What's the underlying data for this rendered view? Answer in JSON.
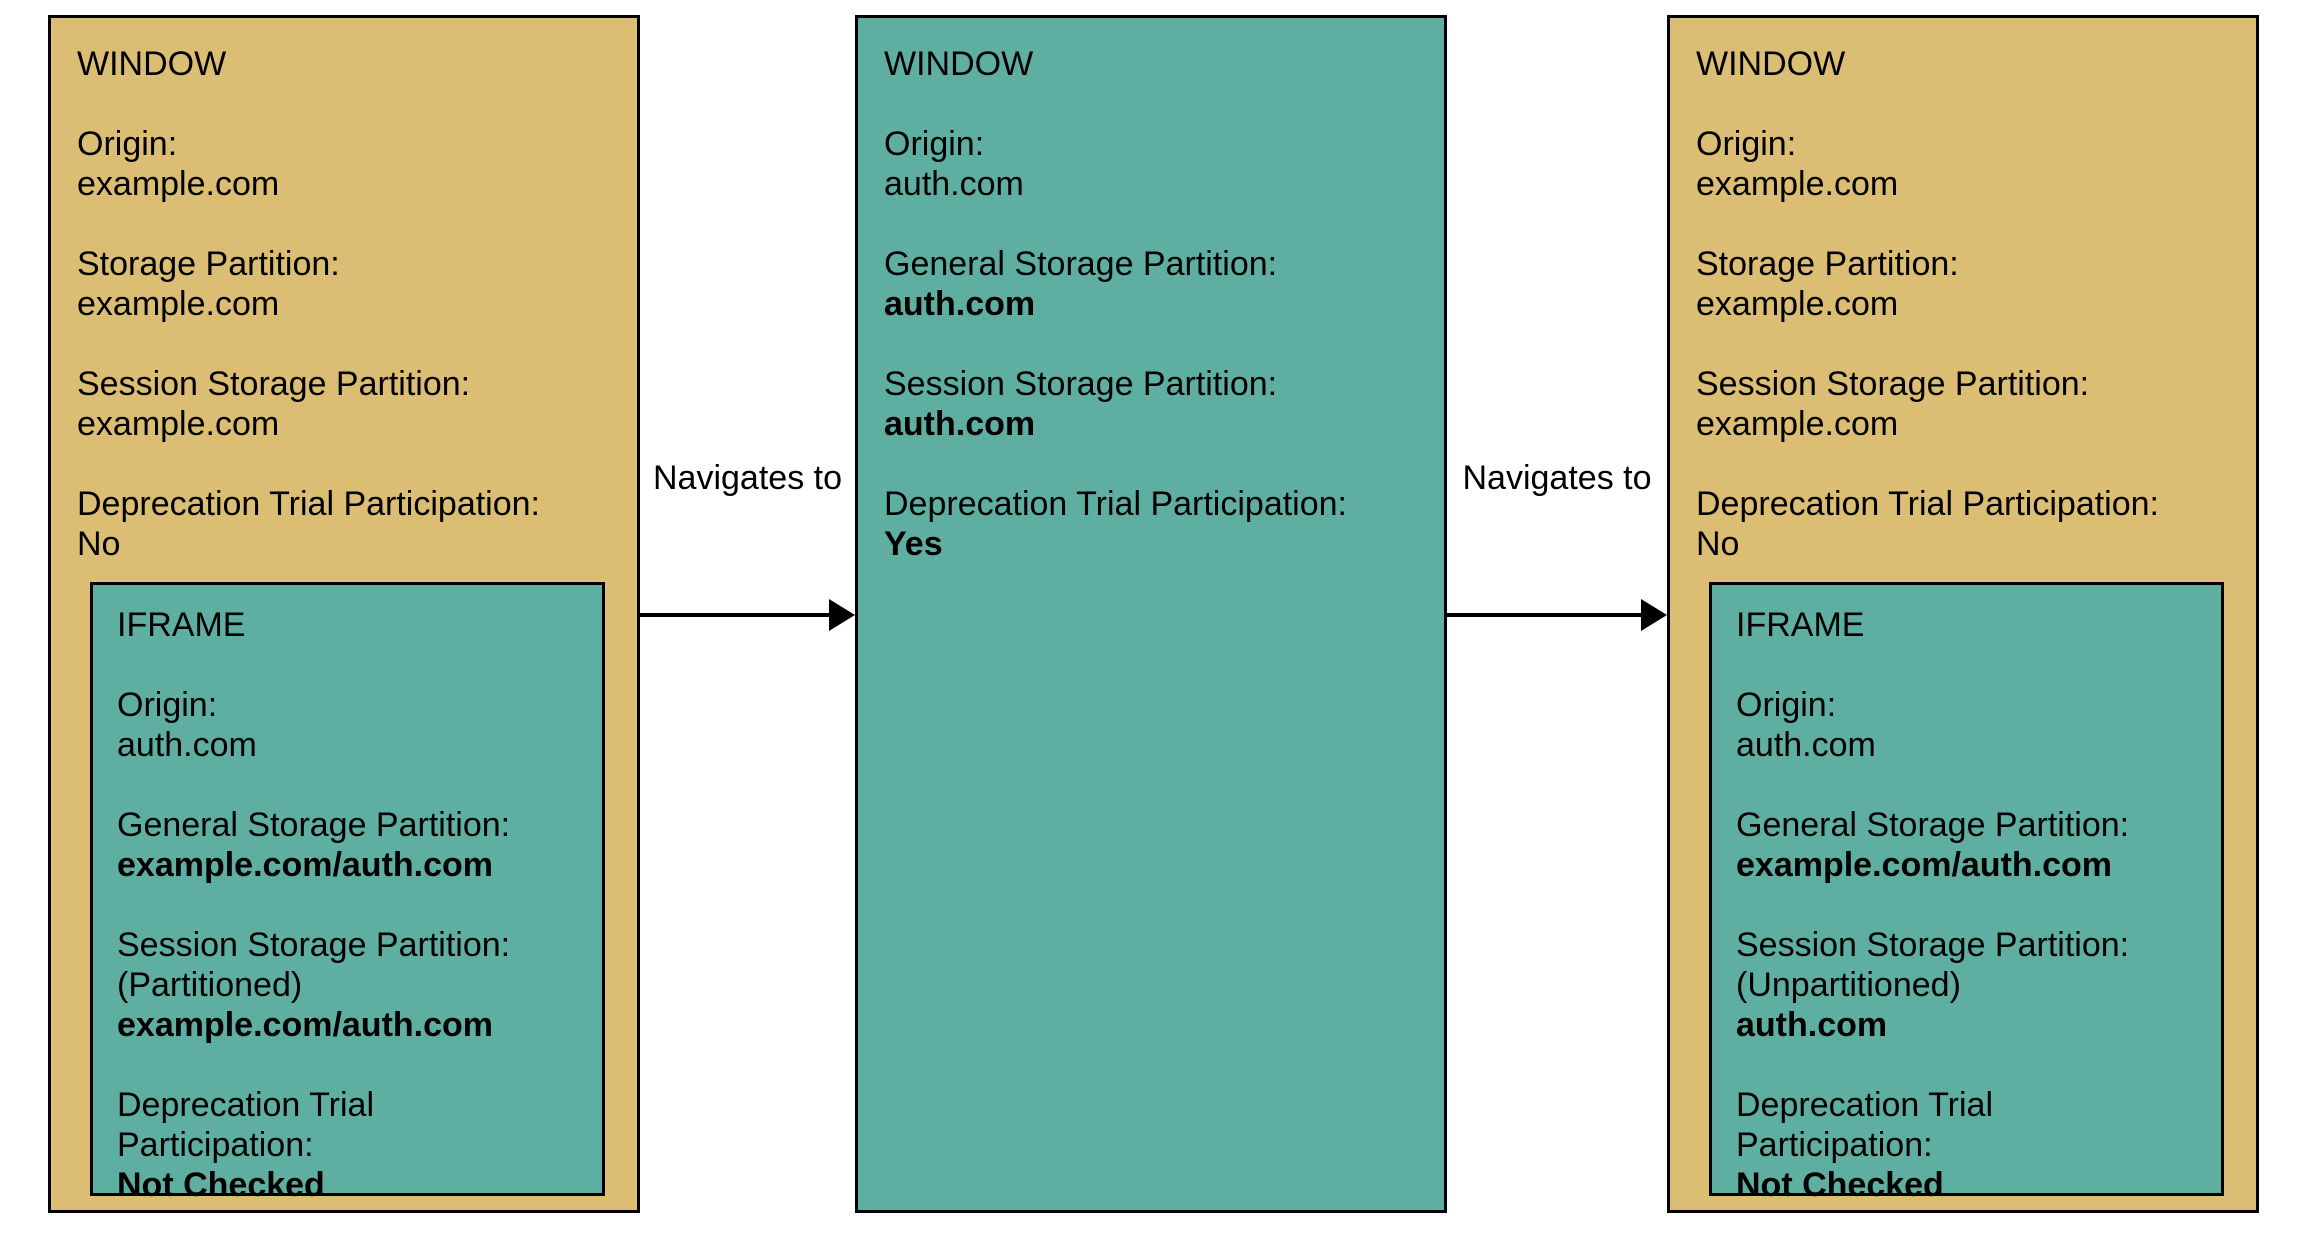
{
  "colors": {
    "window_fill": "#DBBD73",
    "iframe_fill": "#5EAEA2",
    "border": "#000000",
    "background": "#FFFFFF",
    "text": "#000000"
  },
  "windows": [
    {
      "title": "WINDOW",
      "sections": [
        {
          "lines": [
            {
              "t": "Origin:"
            },
            {
              "t": "example.com"
            }
          ]
        },
        {
          "lines": [
            {
              "t": "Storage Partition:"
            },
            {
              "t": "example.com"
            }
          ]
        },
        {
          "lines": [
            {
              "t": "Session Storage Partition:"
            },
            {
              "t": "example.com"
            }
          ]
        },
        {
          "lines": [
            {
              "t": "Deprecation Trial Participation:"
            },
            {
              "t": "No"
            }
          ]
        }
      ],
      "iframe": {
        "title": "IFRAME",
        "sections": [
          {
            "lines": [
              {
                "t": "Origin:"
              },
              {
                "t": "auth.com"
              }
            ]
          },
          {
            "lines": [
              {
                "t": "General Storage Partition:"
              },
              {
                "t": "example.com/auth.com",
                "b": true
              }
            ]
          },
          {
            "lines": [
              {
                "t": "Session Storage Partition:"
              },
              {
                "t": "(Partitioned)"
              },
              {
                "t": "example.com/auth.com",
                "b": true
              }
            ]
          },
          {
            "lines": [
              {
                "t": "Deprecation Trial Participation:"
              },
              {
                "t": "Not Checked",
                "b": true
              }
            ]
          }
        ]
      }
    },
    {
      "title": "WINDOW",
      "sections": [
        {
          "lines": [
            {
              "t": "Origin:"
            },
            {
              "t": "auth.com"
            }
          ]
        },
        {
          "lines": [
            {
              "t": "General Storage Partition:"
            },
            {
              "t": "auth.com",
              "b": true
            }
          ]
        },
        {
          "lines": [
            {
              "t": "Session Storage Partition:"
            },
            {
              "t": "auth.com",
              "b": true
            }
          ]
        },
        {
          "lines": [
            {
              "t": "Deprecation Trial Participation:"
            },
            {
              "t": "Yes",
              "b": true
            }
          ]
        }
      ],
      "iframe": null
    },
    {
      "title": "WINDOW",
      "sections": [
        {
          "lines": [
            {
              "t": "Origin:"
            },
            {
              "t": "example.com"
            }
          ]
        },
        {
          "lines": [
            {
              "t": "Storage Partition:"
            },
            {
              "t": "example.com"
            }
          ]
        },
        {
          "lines": [
            {
              "t": "Session Storage Partition:"
            },
            {
              "t": "example.com"
            }
          ]
        },
        {
          "lines": [
            {
              "t": "Deprecation Trial Participation:"
            },
            {
              "t": "No"
            }
          ]
        }
      ],
      "iframe": {
        "title": "IFRAME",
        "sections": [
          {
            "lines": [
              {
                "t": "Origin:"
              },
              {
                "t": "auth.com"
              }
            ]
          },
          {
            "lines": [
              {
                "t": "General Storage Partition:"
              },
              {
                "t": "example.com/auth.com",
                "b": true
              }
            ]
          },
          {
            "lines": [
              {
                "t": "Session Storage Partition:"
              },
              {
                "t": "(Unpartitioned)"
              },
              {
                "t": "auth.com",
                "b": true
              }
            ]
          },
          {
            "lines": [
              {
                "t": "Deprecation Trial Participation:"
              },
              {
                "t": "Not Checked",
                "b": true
              }
            ]
          }
        ]
      }
    }
  ],
  "arrows": [
    {
      "label": "Navigates to"
    },
    {
      "label": "Navigates to"
    }
  ]
}
